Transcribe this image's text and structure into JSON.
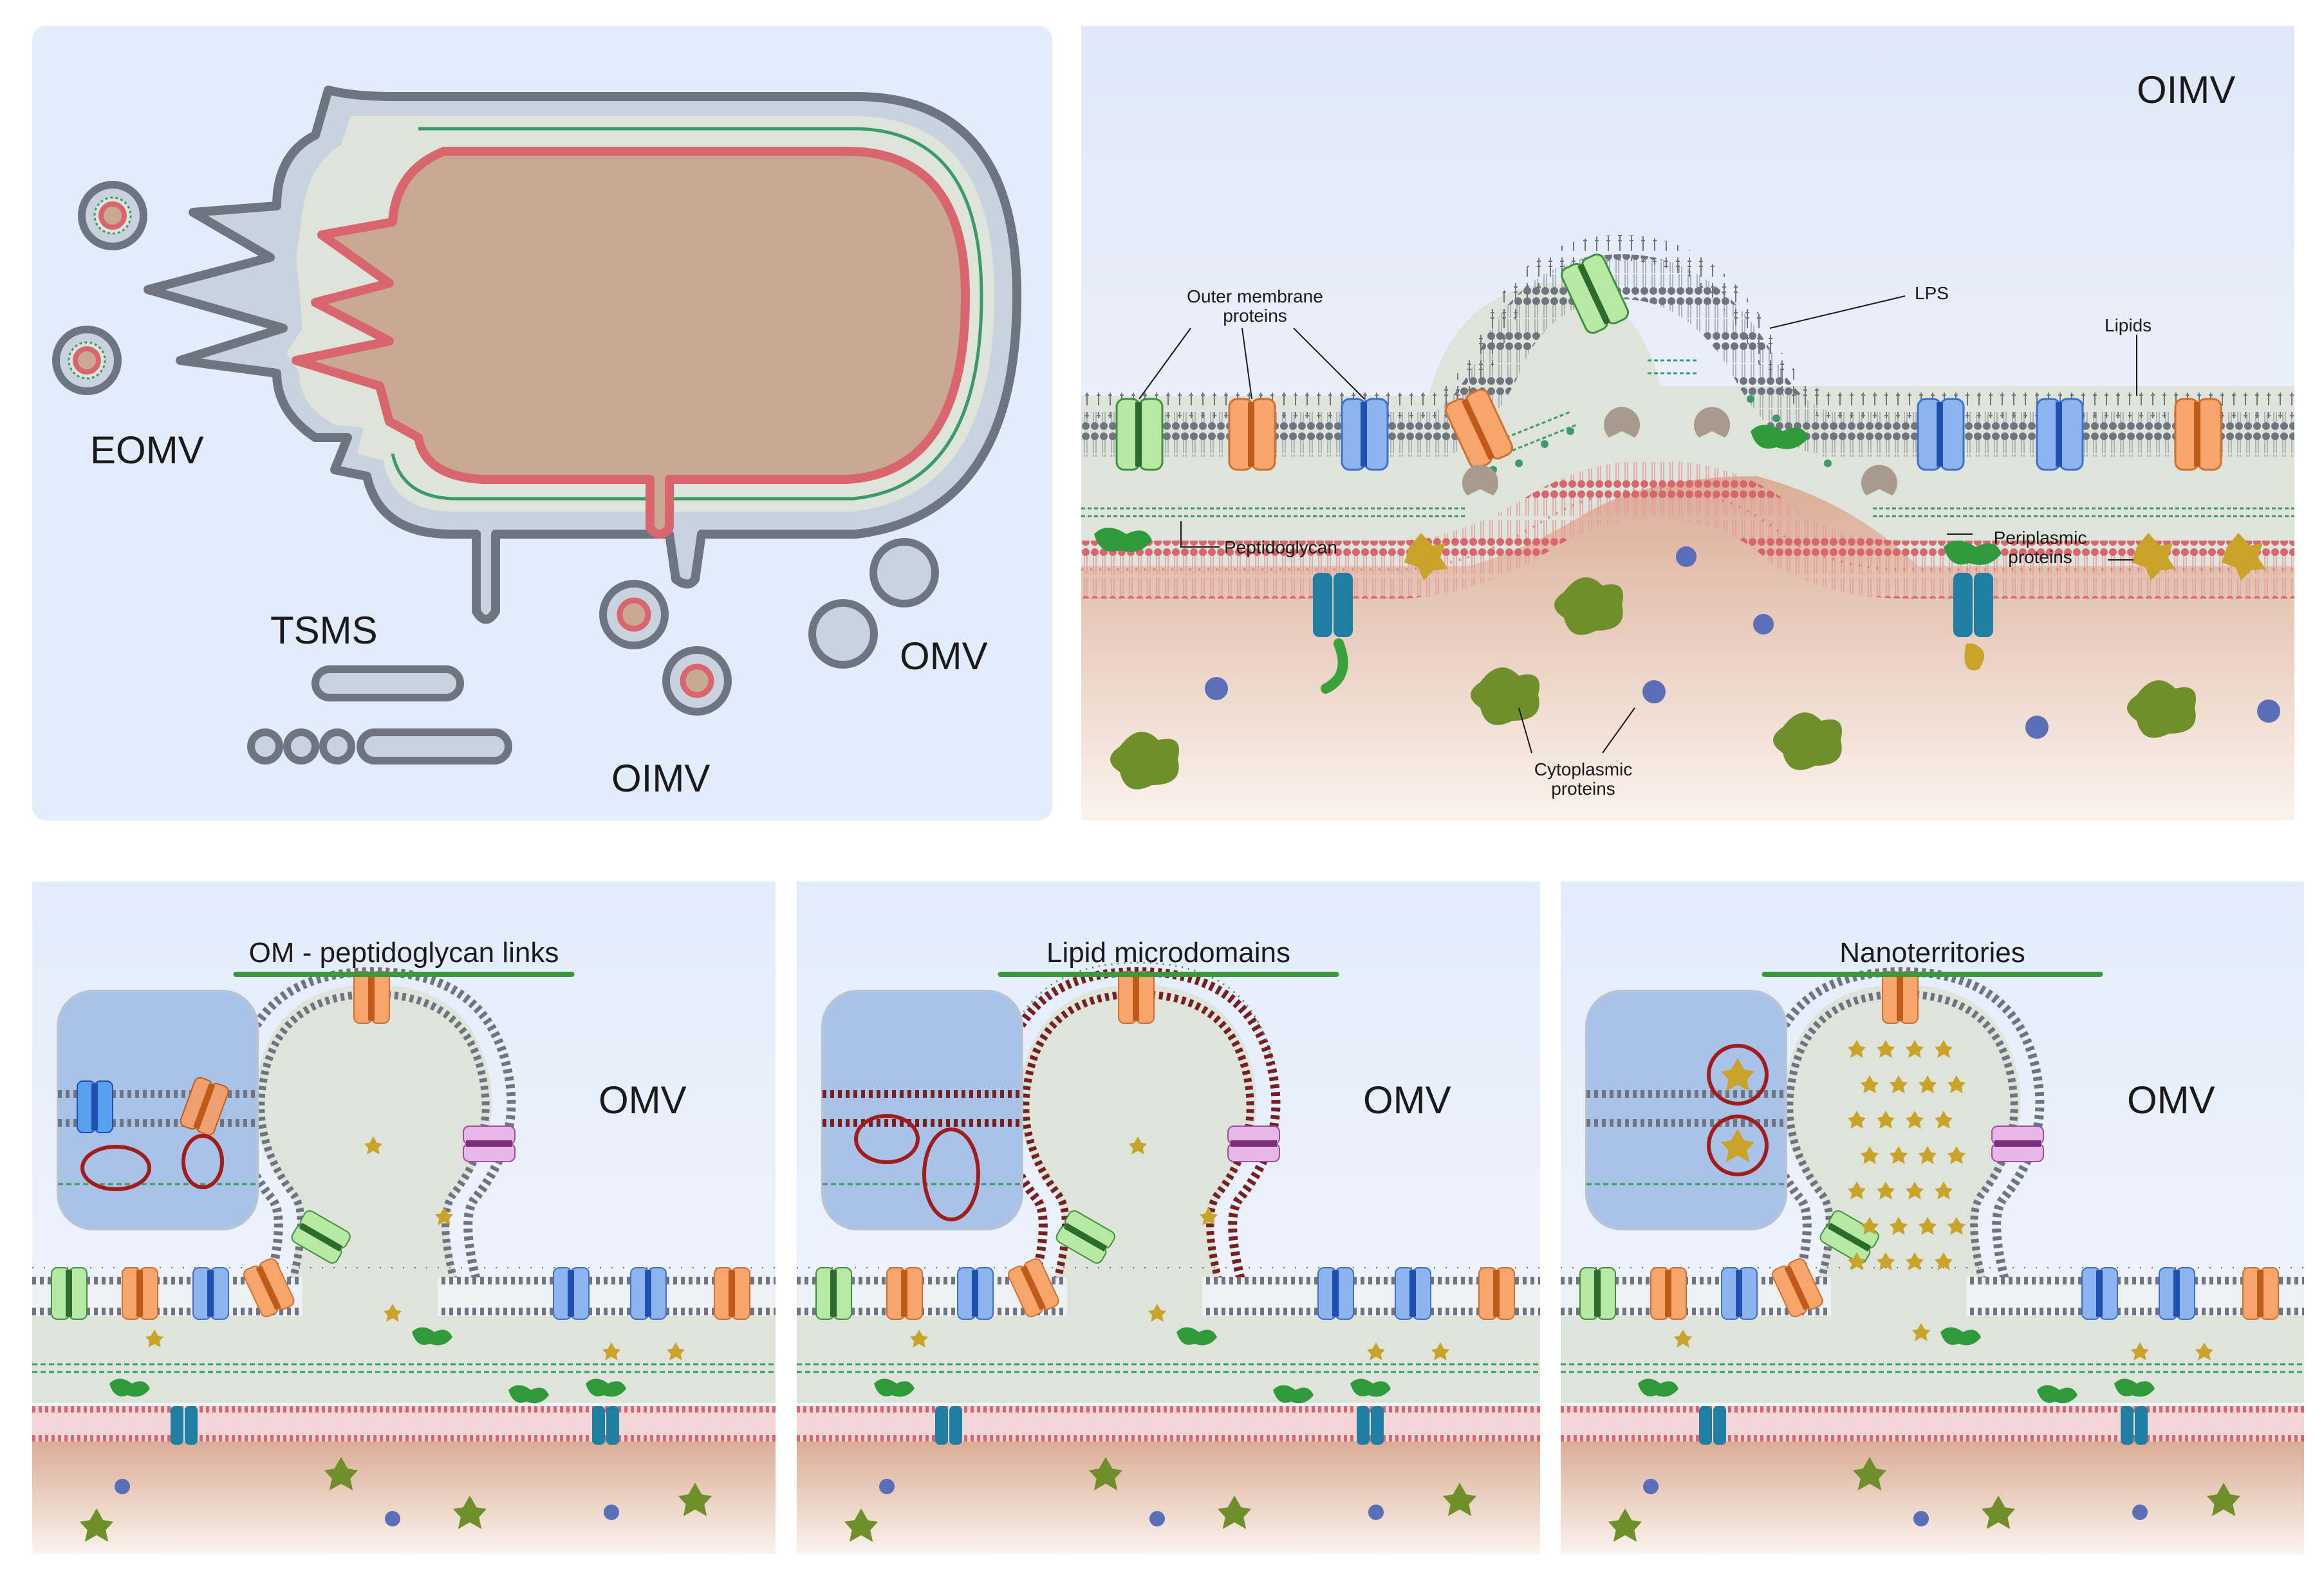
{
  "overview": {
    "labels": {
      "eomv": "EOMV",
      "tsms": "TSMS",
      "oimv": "OIMV",
      "omv": "OMV"
    }
  },
  "oimv_panel": {
    "title": "OIMV",
    "annotations": {
      "outer_membrane_proteins": [
        "Outer membrane",
        "proteins"
      ],
      "lps": "LPS",
      "lipids": "Lipids",
      "peptidoglycan": "Peptidoglycan",
      "periplasmic_proteins": [
        "Periplasmic",
        "proteins"
      ],
      "cytoplasmic_proteins": [
        "Cytoplasmic",
        "proteins"
      ]
    }
  },
  "mechanism_panels": [
    {
      "title": "OM - peptidoglycan links",
      "vesicle_label": "OMV"
    },
    {
      "title": "Lipid microdomains",
      "vesicle_label": "OMV"
    },
    {
      "title": "Nanoterritories",
      "vesicle_label": "OMV"
    }
  ],
  "colors": {
    "panel_bg": "#e3ecfb",
    "periplasm": "#dfe4da",
    "cytoplasm": "#c9a994",
    "inner_membrane": "#d9666e",
    "outer_membrane": "#6e7580",
    "peptidoglycan": "#3a9a6a",
    "highlight_ring": "#a21c1c",
    "microdomain_lipid": "#7a1f1f",
    "microdomain_green": "#3a9a3a",
    "title_underline": "#3a9a3a"
  },
  "icons": [
    "bacterium-icon",
    "vesicle-icon",
    "porin-icon",
    "lps-icon",
    "protein-blob-icon"
  ]
}
